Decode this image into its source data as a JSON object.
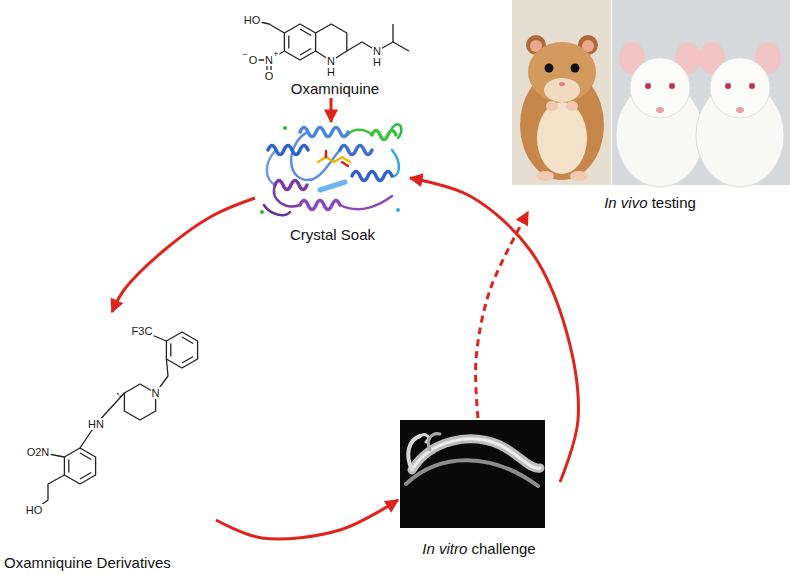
{
  "diagram": {
    "nodes": [
      {
        "text": [
          "Oxamniquine"
        ]
      },
      {
        "text": [
          "Crystal Soak"
        ]
      },
      {
        "text": [
          "Oxamniquine Derivatives"
        ]
      },
      {
        "text": [
          "In vitro challenge"
        ]
      },
      {
        "text": [
          "In vivo testing"
        ]
      }
    ],
    "edges": [
      {
        "from": 0,
        "to": 1,
        "arrow": "to"
      },
      {
        "from": 1,
        "to": 2,
        "arrow": "to"
      },
      {
        "from": 2,
        "to": 3,
        "arrow": "to"
      },
      {
        "from": 3,
        "to": 1,
        "arrow": "to"
      },
      {
        "from": 3,
        "to": 4,
        "arrow": "to"
      }
    ],
    "labels": [
      "HO",
      "−",
      "O",
      "N",
      "+",
      "O",
      "N",
      "H",
      "N",
      "H",
      "F3C",
      "N",
      "HN",
      "O2N",
      "HO"
    ]
  }
}
